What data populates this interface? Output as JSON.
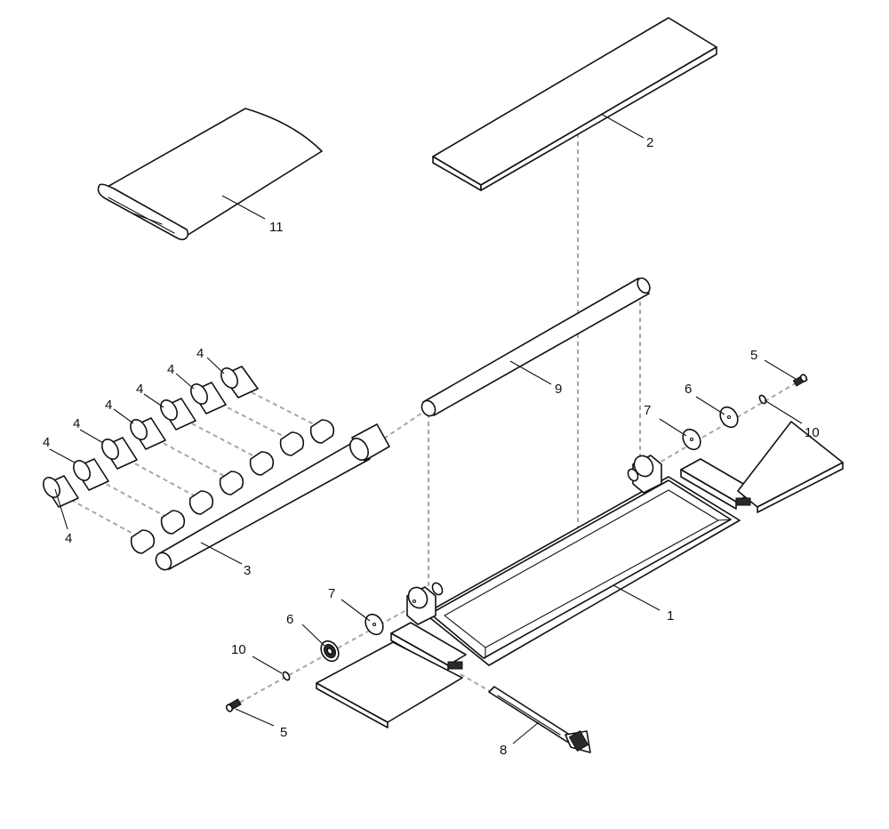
{
  "diagram": {
    "type": "exploded-assembly",
    "line_color": "#111111",
    "dash_color": "#a6a6a6",
    "callouts": {
      "c1": "1",
      "c2": "2",
      "c3": "3",
      "c4": "4",
      "c5": "5",
      "c6": "6",
      "c7": "7",
      "c8": "8",
      "c9": "9",
      "c10": "10",
      "c11": "11"
    }
  }
}
